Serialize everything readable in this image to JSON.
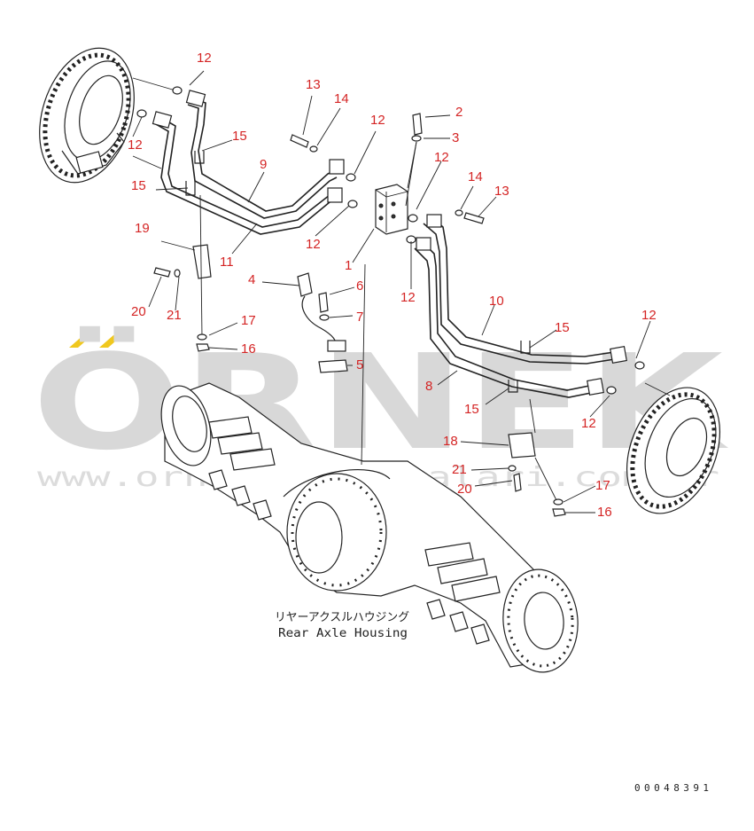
{
  "watermark": {
    "brand": "ÖRNEK",
    "url": "www.ornekismakinalari.com.tr",
    "accent_color": "#f0c81e"
  },
  "caption": {
    "jp": "リヤーアクスルハウジング",
    "en": "Rear Axle Housing"
  },
  "reference_number": "00048391",
  "callouts": [
    {
      "id": "c12a",
      "text": "12"
    },
    {
      "id": "c12b",
      "text": "12"
    },
    {
      "id": "c13a",
      "text": "13"
    },
    {
      "id": "c14a",
      "text": "14"
    },
    {
      "id": "c12c",
      "text": "12"
    },
    {
      "id": "c2",
      "text": "2"
    },
    {
      "id": "c3",
      "text": "3"
    },
    {
      "id": "c15a",
      "text": "15"
    },
    {
      "id": "c9",
      "text": "9"
    },
    {
      "id": "c12d",
      "text": "12"
    },
    {
      "id": "c14b",
      "text": "14"
    },
    {
      "id": "c13b",
      "text": "13"
    },
    {
      "id": "c15b",
      "text": "15"
    },
    {
      "id": "c19",
      "text": "19"
    },
    {
      "id": "c11",
      "text": "11"
    },
    {
      "id": "c12e",
      "text": "12"
    },
    {
      "id": "c1",
      "text": "1"
    },
    {
      "id": "c4",
      "text": "4"
    },
    {
      "id": "c6",
      "text": "6"
    },
    {
      "id": "c12f",
      "text": "12"
    },
    {
      "id": "c10",
      "text": "10"
    },
    {
      "id": "c20a",
      "text": "20"
    },
    {
      "id": "c21a",
      "text": "21"
    },
    {
      "id": "c7",
      "text": "7"
    },
    {
      "id": "c12g",
      "text": "12"
    },
    {
      "id": "c17a",
      "text": "17"
    },
    {
      "id": "c15c",
      "text": "15"
    },
    {
      "id": "c16a",
      "text": "16"
    },
    {
      "id": "c5",
      "text": "5"
    },
    {
      "id": "c8",
      "text": "8"
    },
    {
      "id": "c15d",
      "text": "15"
    },
    {
      "id": "c12h",
      "text": "12"
    },
    {
      "id": "c18",
      "text": "18"
    },
    {
      "id": "c21b",
      "text": "21"
    },
    {
      "id": "c20b",
      "text": "20"
    },
    {
      "id": "c17b",
      "text": "17"
    },
    {
      "id": "c16b",
      "text": "16"
    }
  ]
}
